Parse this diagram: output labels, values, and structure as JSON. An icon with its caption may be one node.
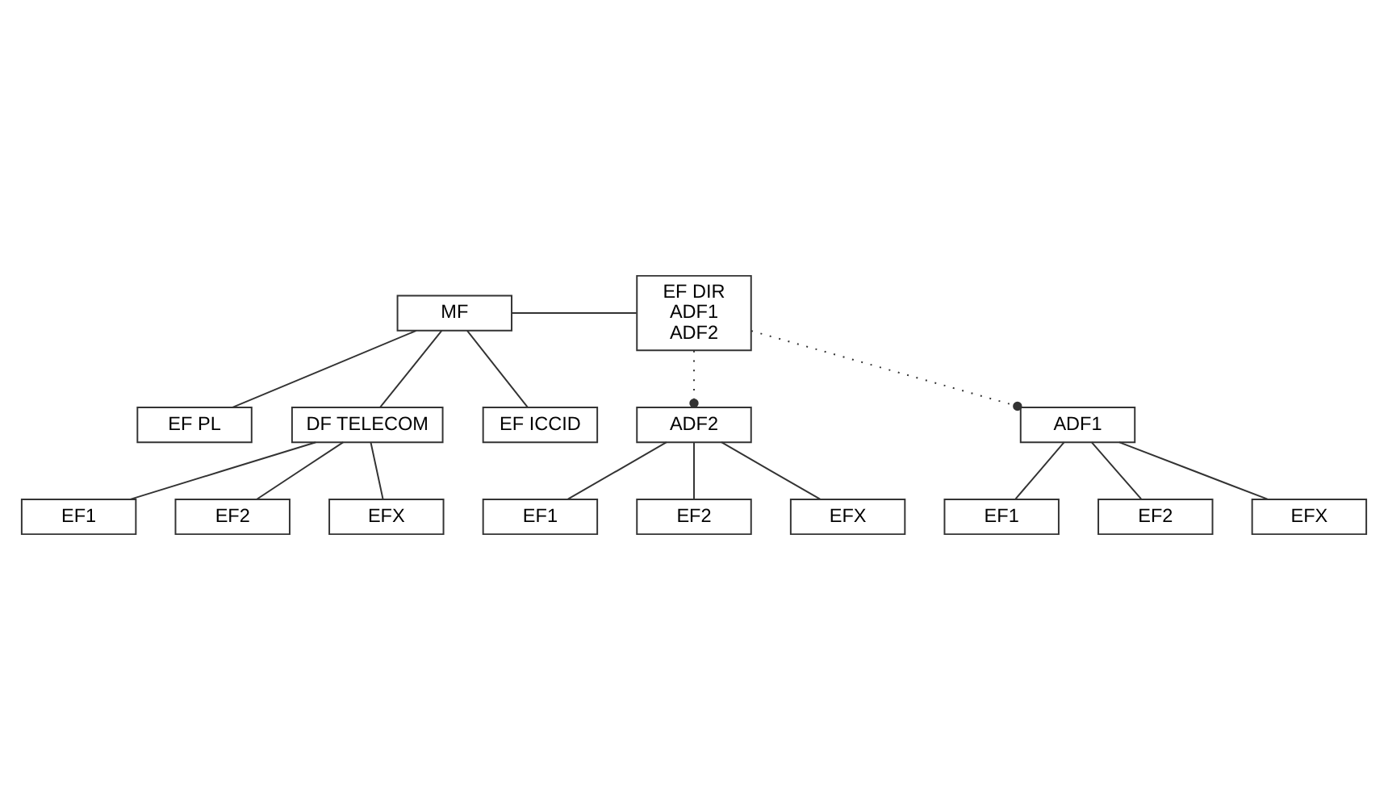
{
  "diagram": {
    "nodes": [
      {
        "text": [
          "MF"
        ]
      },
      {
        "text": [
          "EF DIR",
          "ADF1",
          "ADF2"
        ]
      },
      {
        "text": [
          "EF PL"
        ]
      },
      {
        "text": [
          "DF TELECOM"
        ]
      },
      {
        "text": [
          "EF ICCID"
        ]
      },
      {
        "text": [
          "EF1"
        ]
      },
      {
        "text": [
          "EF2"
        ]
      },
      {
        "text": [
          "EFX"
        ]
      },
      {
        "text": [
          "ADF2"
        ]
      },
      {
        "text": [
          "ADF1"
        ]
      },
      {
        "text": [
          "EF1"
        ]
      },
      {
        "text": [
          "EF2"
        ]
      },
      {
        "text": [
          "EFX"
        ]
      },
      {
        "text": [
          "EF1"
        ]
      },
      {
        "text": [
          "EF2"
        ]
      },
      {
        "text": [
          "EFX"
        ]
      }
    ],
    "edges": [
      {
        "from": 0,
        "to": 1,
        "arrow": "none"
      },
      {
        "from": 0,
        "to": 2,
        "arrow": "none"
      },
      {
        "from": 0,
        "to": 3,
        "arrow": "none"
      },
      {
        "from": 0,
        "to": 4,
        "arrow": "none"
      },
      {
        "from": 3,
        "to": 5,
        "arrow": "none"
      },
      {
        "from": 3,
        "to": 6,
        "arrow": "none"
      },
      {
        "from": 3,
        "to": 7,
        "arrow": "none"
      },
      {
        "from": 1,
        "to": 8,
        "arrow": "other",
        "style": "dashed"
      },
      {
        "from": 1,
        "to": 9,
        "arrow": "other",
        "style": "dashed"
      },
      {
        "from": 8,
        "to": 10,
        "arrow": "none"
      },
      {
        "from": 8,
        "to": 11,
        "arrow": "none"
      },
      {
        "from": 8,
        "to": 12,
        "arrow": "none"
      },
      {
        "from": 9,
        "to": 13,
        "arrow": "none"
      },
      {
        "from": 9,
        "to": 14,
        "arrow": "none"
      },
      {
        "from": 9,
        "to": 15,
        "arrow": "none"
      }
    ]
  }
}
